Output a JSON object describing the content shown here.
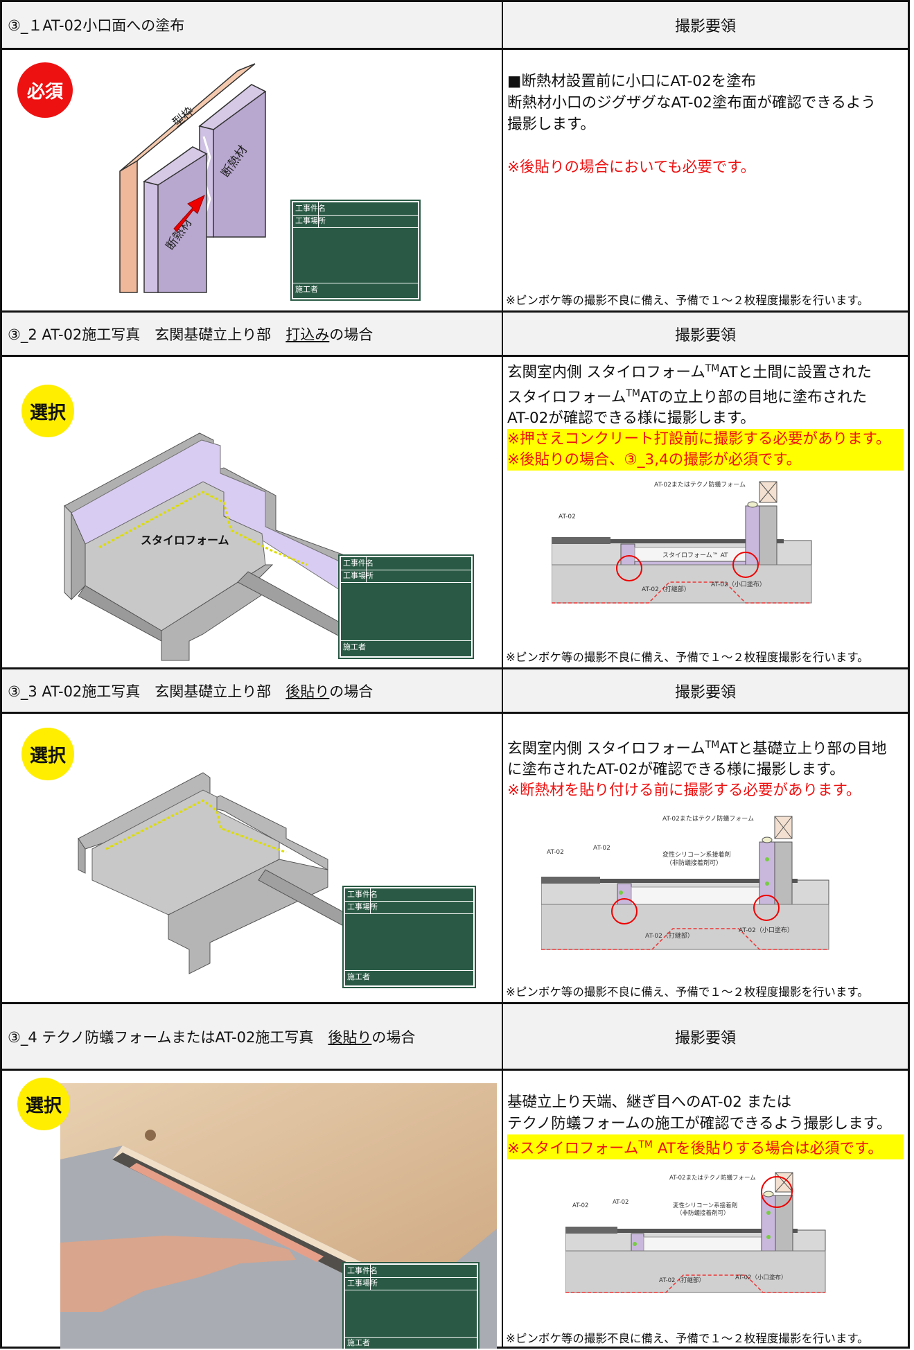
{
  "sections": [
    {
      "header_title": "③_１AT-02小口面への塗布",
      "header_right": "撮影要領",
      "badge": "必須",
      "description": [
        "■断熱材設置前に小口にAT-02を塗布",
        "断熱材小口のジグザグなAT-02塗布面が確認できるよう",
        "撮影します。"
      ],
      "red_note": "※後貼りの場合においても必要です。",
      "illustration_labels": [
        "型枠",
        "断熱材",
        "断熱材"
      ],
      "footnote": "※ピンボケ等の撮影不良に備え、予備で１～２枚程度撮影を行います。"
    },
    {
      "header_title_pre": "③_2 AT-02施工写真　玄関基礎立上り部　",
      "header_title_u": "打込み",
      "header_title_post": "の場合",
      "header_right": "撮影要領",
      "badge": "選択",
      "desc_line1_pre": "玄関室内側 スタイロフォーム",
      "desc_line1_post": "ATと土間に設置された",
      "desc_line2_pre": "スタイロフォーム",
      "desc_line2_post": "ATの立上り部の目地に塗布された",
      "desc_line3": "AT-02が確認できる様に撮影します。",
      "hl_lines": [
        "※押さえコンクリート打設前に撮影する必要があります。",
        "※後貼りの場合、③_3,4の撮影が必須です。"
      ],
      "tm": "TM",
      "illustration_label": "スタイロフォーム",
      "diagram_labels": [
        "AT-02またはテクノ防蟻フォーム",
        "AT-02",
        "スタイロフォーム™ AT",
        "AT-02（打継部）",
        "AT-02（小口塗布）"
      ],
      "footnote": "※ピンボケ等の撮影不良に備え、予備で１～２枚程度撮影を行います。"
    },
    {
      "header_title_pre": "③_3 AT-02施工写真　玄関基礎立上り部　",
      "header_title_u": "後貼り",
      "header_title_post": "の場合",
      "header_right": "撮影要領",
      "badge": "選択",
      "desc_line1_pre": "玄関室内側 スタイロフォーム",
      "desc_line1_post": "ATと基礎立上り部の目地",
      "desc_line2": "に塗布されたAT-02が確認できる様に撮影します。",
      "red_note": "※断熱材を貼り付ける前に撮影する必要があります。",
      "tm": "TM",
      "diagram_labels": [
        "AT-02またはテクノ防蟻フォーム",
        "AT-02",
        "AT-02",
        "変性シリコーン系接着剤",
        "（非防蟻接着剤可）",
        "AT-02（打継部）",
        "AT-02（小口塗布）"
      ],
      "footnote": "※ピンボケ等の撮影不良に備え、予備で１～２枚程度撮影を行います。"
    },
    {
      "header_title_pre": "③_4 テクノ防蟻フォームまたはAT-02施工写真　",
      "header_title_u": "後貼り",
      "header_title_post": "の場合",
      "header_right": "撮影要領",
      "badge": "選択",
      "desc_line1": "基礎立上り天端、継ぎ目へのAT-02 または",
      "desc_line2": "テクノ防蟻フォームの施工が確認できるよう撮影します。",
      "hl_pre": "※スタイロフォーム",
      "hl_post": " ATを後貼りする場合は必須です。",
      "tm": "TM",
      "diagram_labels": [
        "AT-02またはテクノ防蟻フォーム",
        "AT-02",
        "AT-02",
        "変性シリコーン系接着剤",
        "（非防蟻接着剤可）",
        "AT-02（打継部）",
        "AT-02（小口塗布）"
      ],
      "footnote": "※ピンボケ等の撮影不良に備え、予備で１～２枚程度撮影を行います。"
    }
  ],
  "blackboard": {
    "field1": "工事件名",
    "field2": "工事場所",
    "field3": "施工者"
  },
  "colors": {
    "required": "#ee1111",
    "optional": "#ffee00",
    "highlight": "#ffff00",
    "insulation": "#c9b8dc",
    "blackboard": "#2a5a45"
  }
}
